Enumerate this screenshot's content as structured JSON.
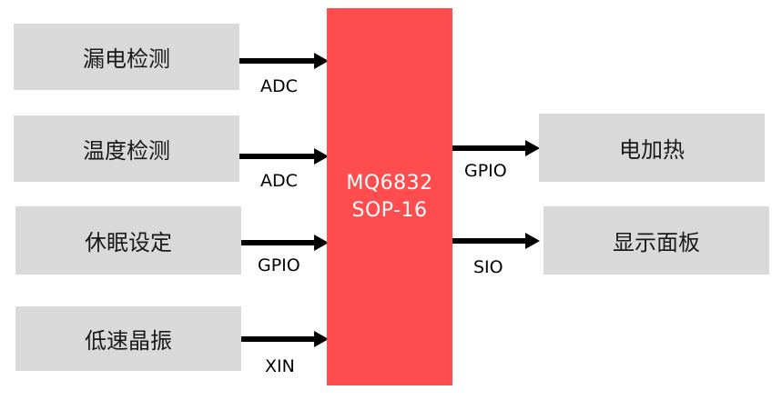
{
  "colors": {
    "chip_fill": "#ff4d4f",
    "box_fill": "#d9d9d9",
    "arrow": "#000000"
  },
  "chip": {
    "line1": "MQ6832",
    "line2": "SOP-16"
  },
  "inputs": [
    {
      "label": "漏电检测",
      "signal": "ADC"
    },
    {
      "label": "温度检测",
      "signal": "ADC"
    },
    {
      "label": "休眠设定",
      "signal": "GPIO"
    },
    {
      "label": "低速晶振",
      "signal": "XIN"
    }
  ],
  "outputs": [
    {
      "label": "电加热",
      "signal": "GPIO"
    },
    {
      "label": "显示面板",
      "signal": "SIO"
    }
  ]
}
